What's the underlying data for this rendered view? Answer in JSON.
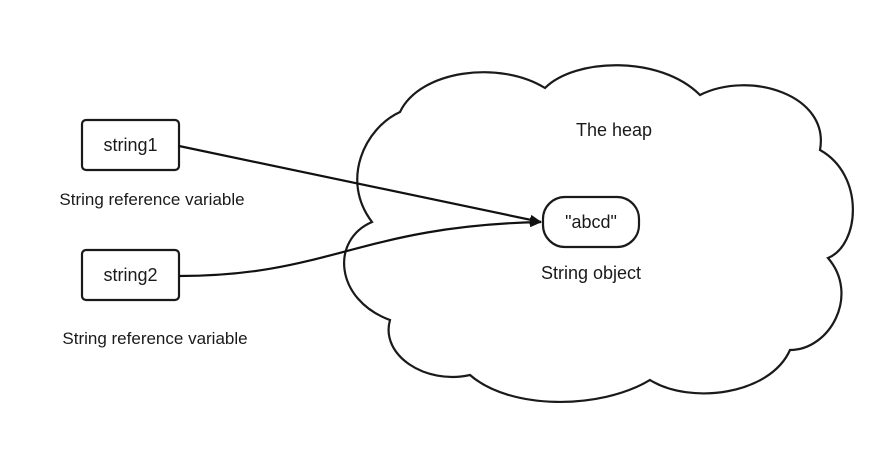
{
  "heap": {
    "label": "The heap"
  },
  "variables": [
    {
      "name": "string1",
      "caption": "String reference variable"
    },
    {
      "name": "string2",
      "caption": "String reference variable"
    }
  ],
  "object": {
    "value": "\"abcd\"",
    "caption": "String object"
  }
}
